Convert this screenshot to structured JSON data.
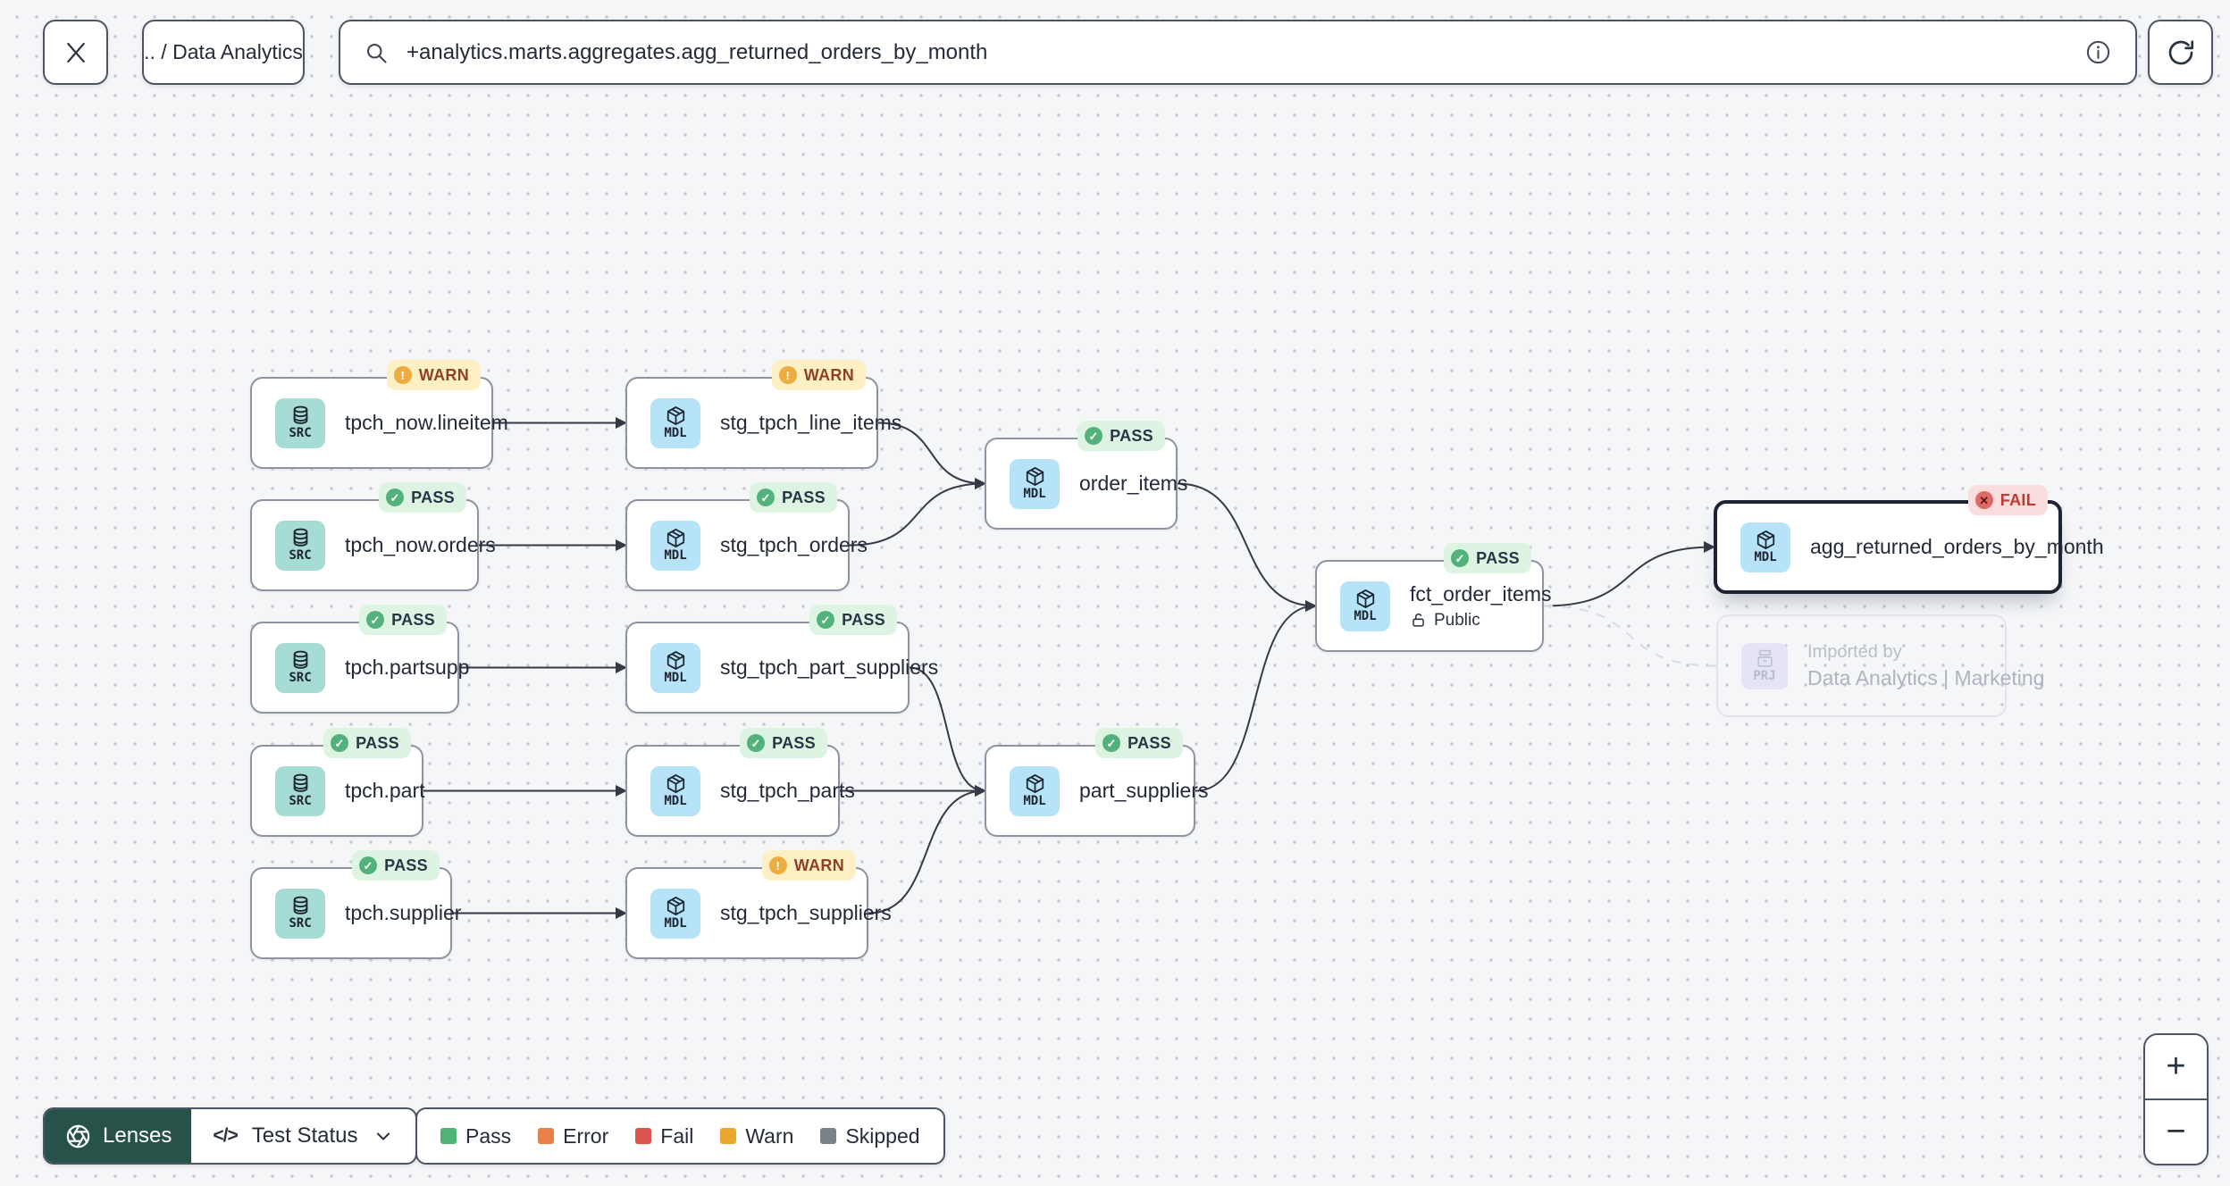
{
  "topbar": {
    "breadcrumb": ".. / Data Analytics",
    "search_value": "+analytics.marts.aggregates.agg_returned_orders_by_month"
  },
  "graph": {
    "types": {
      "SRC": {
        "label": "SRC",
        "bg": "#a6dcd4",
        "icon": "database-icon"
      },
      "MDL": {
        "label": "MDL",
        "bg": "#b7e3f9",
        "icon": "cube-icon"
      },
      "PRJ": {
        "label": "PRJ",
        "bg": "#e4e4f6",
        "icon": "project-icon"
      }
    },
    "statuses": {
      "PASS": {
        "label": "PASS",
        "bg": "#def4e2",
        "text": "#2a3446",
        "dot": "#53b27b",
        "dot_glyph": "✓",
        "dot_glyph_color": "#ffffff"
      },
      "WARN": {
        "label": "WARN",
        "bg": "#fcf0c4",
        "text": "#8f4124",
        "dot": "#ecac3f",
        "dot_glyph": "!",
        "dot_glyph_color": "#ffffff"
      },
      "FAIL": {
        "label": "FAIL",
        "bg": "#f9dedd",
        "text": "#bd3a33",
        "dot": "#dd6a66",
        "dot_glyph": "✕",
        "dot_glyph_color": "#5c1a17"
      }
    },
    "nodes": [
      {
        "id": "tpch_now_lineitem",
        "type": "SRC",
        "label": "tpch_now.lineitem",
        "status": "WARN"
      },
      {
        "id": "stg_tpch_line_items",
        "type": "MDL",
        "label": "stg_tpch_line_items",
        "status": "WARN"
      },
      {
        "id": "tpch_now_orders",
        "type": "SRC",
        "label": "tpch_now.orders",
        "status": "PASS"
      },
      {
        "id": "stg_tpch_orders",
        "type": "MDL",
        "label": "stg_tpch_orders",
        "status": "PASS"
      },
      {
        "id": "order_items",
        "type": "MDL",
        "label": "order_items",
        "status": "PASS"
      },
      {
        "id": "tpch_partsupp",
        "type": "SRC",
        "label": "tpch.partsupp",
        "status": "PASS"
      },
      {
        "id": "stg_tpch_part_suppliers",
        "type": "MDL",
        "label": "stg_tpch_part_suppliers",
        "status": "PASS"
      },
      {
        "id": "tpch_part",
        "type": "SRC",
        "label": "tpch.part",
        "status": "PASS"
      },
      {
        "id": "stg_tpch_parts",
        "type": "MDL",
        "label": "stg_tpch_parts",
        "status": "PASS"
      },
      {
        "id": "part_suppliers",
        "type": "MDL",
        "label": "part_suppliers",
        "status": "PASS"
      },
      {
        "id": "tpch_supplier",
        "type": "SRC",
        "label": "tpch.supplier",
        "status": "PASS"
      },
      {
        "id": "stg_tpch_suppliers",
        "type": "MDL",
        "label": "stg_tpch_suppliers",
        "status": "WARN"
      },
      {
        "id": "fct_order_items",
        "type": "MDL",
        "label": "fct_order_items",
        "status": "PASS",
        "sublabel": "Public",
        "sublabel_icon": "unlock-icon"
      },
      {
        "id": "agg_returned_orders_by_month",
        "type": "MDL",
        "label": "agg_returned_orders_by_month",
        "status": "FAIL",
        "selected": true
      },
      {
        "id": "imported_by",
        "type": "PRJ",
        "pre_label": "Imported by",
        "label": "Data Analytics | Marketing",
        "ghost": true
      }
    ],
    "edges": [
      {
        "from": "tpch_now_lineitem",
        "to": "stg_tpch_line_items"
      },
      {
        "from": "stg_tpch_line_items",
        "to": "order_items"
      },
      {
        "from": "tpch_now_orders",
        "to": "stg_tpch_orders"
      },
      {
        "from": "stg_tpch_orders",
        "to": "order_items"
      },
      {
        "from": "tpch_partsupp",
        "to": "stg_tpch_part_suppliers"
      },
      {
        "from": "stg_tpch_part_suppliers",
        "to": "part_suppliers"
      },
      {
        "from": "tpch_part",
        "to": "stg_tpch_parts"
      },
      {
        "from": "stg_tpch_parts",
        "to": "part_suppliers"
      },
      {
        "from": "tpch_supplier",
        "to": "stg_tpch_suppliers"
      },
      {
        "from": "stg_tpch_suppliers",
        "to": "part_suppliers"
      },
      {
        "from": "order_items",
        "to": "fct_order_items"
      },
      {
        "from": "part_suppliers",
        "to": "fct_order_items"
      },
      {
        "from": "fct_order_items",
        "to": "agg_returned_orders_by_month"
      },
      {
        "from": "fct_order_items",
        "to": "imported_by",
        "style": "dashed"
      }
    ],
    "edge_color": "#343a46",
    "edge_dashed_color": "#d8dbe1"
  },
  "footer": {
    "lenses_label": "Lenses",
    "lens_selector": "Test Status",
    "legend": [
      {
        "label": "Pass",
        "color": "#4fb377"
      },
      {
        "label": "Error",
        "color": "#ea8048"
      },
      {
        "label": "Fail",
        "color": "#da534e"
      },
      {
        "label": "Warn",
        "color": "#eaa62f"
      },
      {
        "label": "Skipped",
        "color": "#7c8089"
      }
    ]
  },
  "zoom_controls": {
    "zoom_in_label": "+",
    "zoom_out_label": "−"
  }
}
